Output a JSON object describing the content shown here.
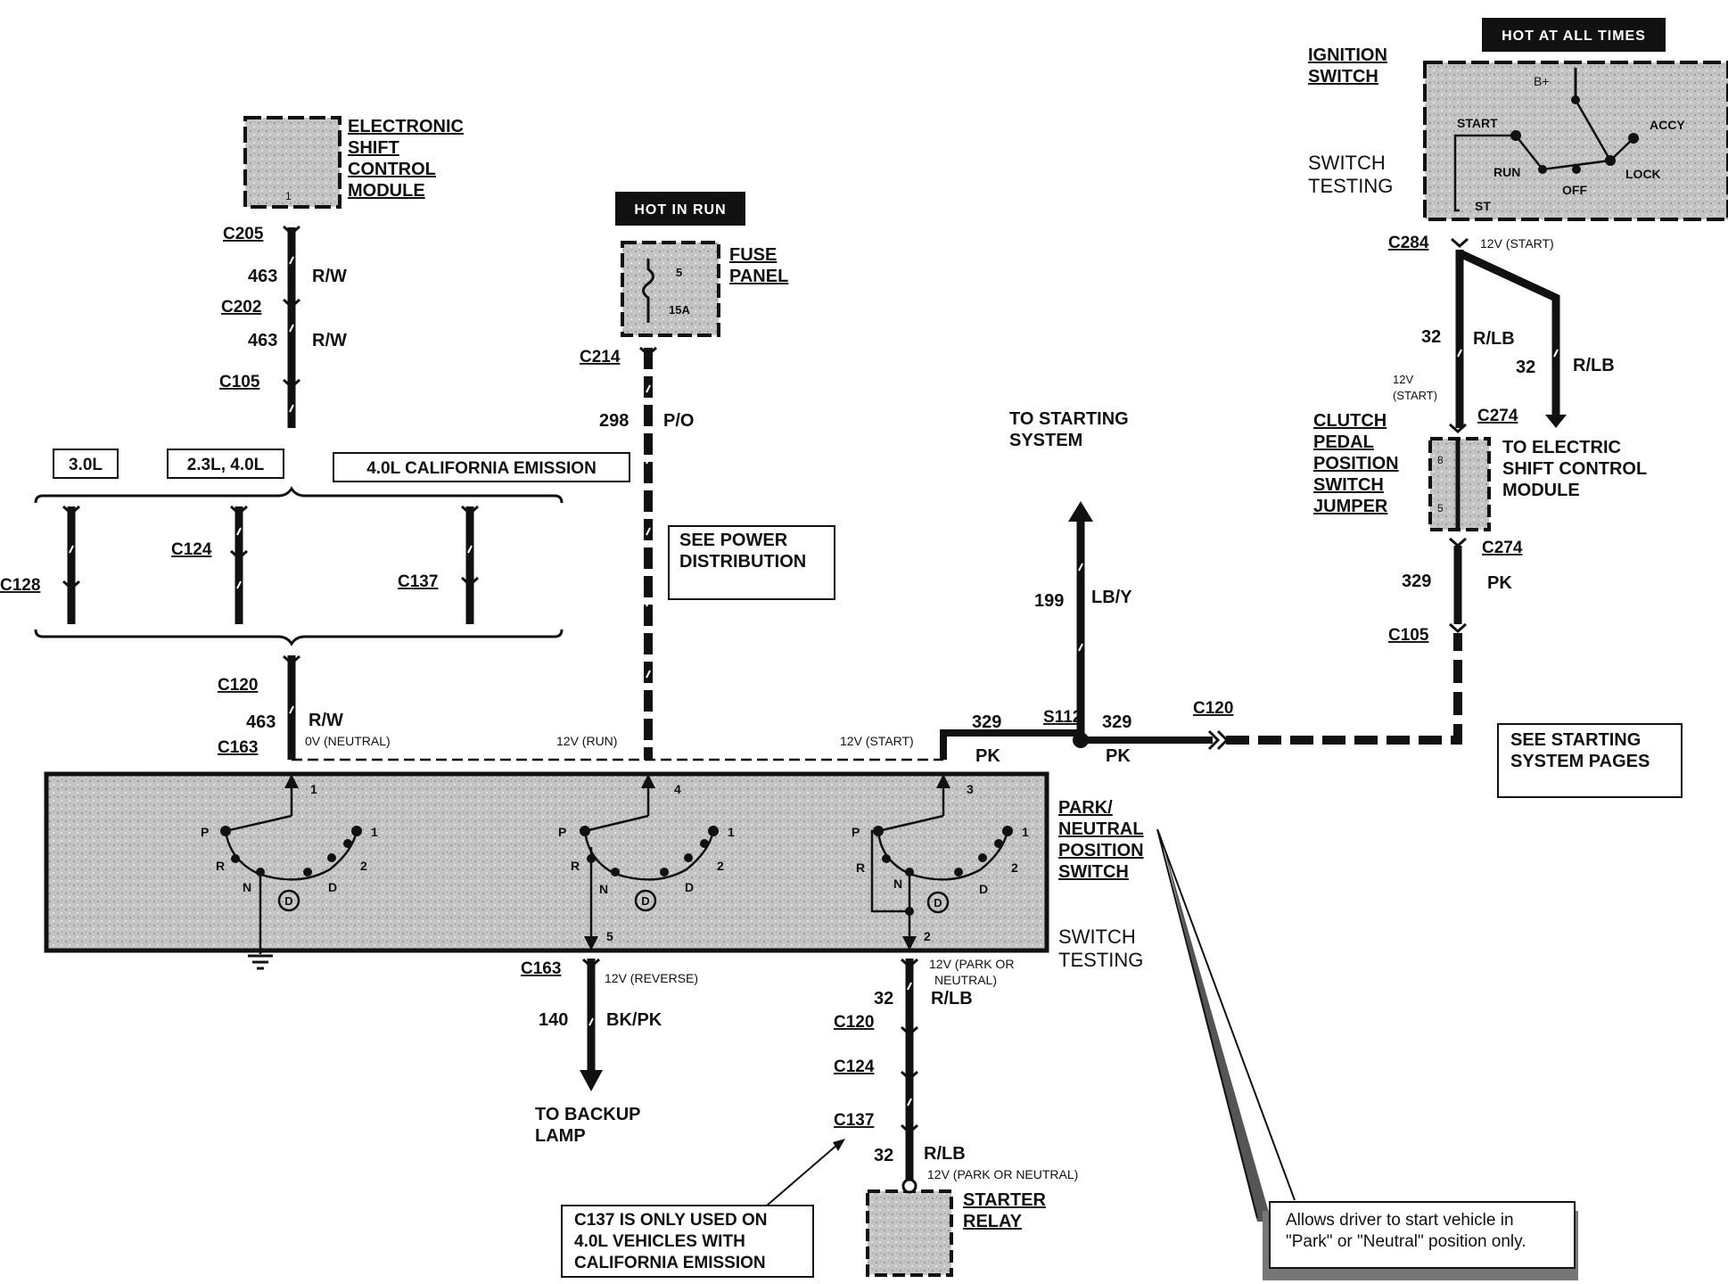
{
  "colors": {
    "ink": "#111111",
    "module_fill": "#c9c9c9",
    "switch_fill": "#bdbdbd",
    "paper": "#ffffff"
  },
  "components": {
    "escm": {
      "lines": [
        "ELECTRONIC",
        "SHIFT",
        "CONTROL",
        "MODULE"
      ],
      "pin": "1"
    },
    "hot_in_run": "HOT IN RUN",
    "fuse_panel": {
      "lines": [
        "FUSE",
        "PANEL"
      ],
      "fuse_number": "5",
      "fuse_rating": "15A"
    },
    "hot_at_all_times": "HOT AT ALL TIMES",
    "ignition_switch": {
      "lines": [
        "IGNITION",
        "SWITCH"
      ],
      "testing": [
        "SWITCH",
        "TESTING"
      ],
      "positions": {
        "bplus": "B+",
        "start": "START",
        "accy": "ACCY",
        "run": "RUN",
        "off": "OFF",
        "lock": "LOCK",
        "st": "ST"
      }
    },
    "clutch_jumper": {
      "lines": [
        "CLUTCH",
        "PEDAL",
        "POSITION",
        "SWITCH",
        "JUMPER"
      ],
      "pins": [
        "8",
        "5"
      ]
    },
    "to_escm": [
      "TO ELECTRIC",
      "SHIFT CONTROL",
      "MODULE"
    ],
    "to_starting_system": [
      "TO STARTING",
      "SYSTEM"
    ],
    "see_power_distribution": [
      "SEE POWER",
      "DISTRIBUTION"
    ],
    "see_starting_pages": [
      "SEE STARTING",
      "SYSTEM PAGES"
    ],
    "engines": {
      "e30": "3.0L",
      "e23_40": "2.3L, 4.0L",
      "e40ca": "4.0L CALIFORNIA EMISSION"
    },
    "pnp_switch": {
      "lines": [
        "PARK/",
        "NEUTRAL",
        "POSITION",
        "SWITCH"
      ],
      "testing": [
        "SWITCH",
        "TESTING"
      ],
      "pins": {
        "p1": "1",
        "p4": "4",
        "p3": "3",
        "p5": "5",
        "p2": "2"
      },
      "gears": {
        "P": "P",
        "R": "R",
        "N": "N",
        "D": "D",
        "one": "1",
        "two": "2",
        "od": "D"
      }
    },
    "backup_lamp": [
      "TO BACKUP",
      "LAMP"
    ],
    "starter_relay": [
      "STARTER",
      "RELAY"
    ],
    "c137_note": [
      "C137 IS ONLY USED ON",
      "4.0L VEHICLES WITH",
      "CALIFORNIA EMISSION"
    ],
    "allows_note": [
      "Allows driver to start vehicle in",
      "\"Park\" or \"Neutral\" position only."
    ]
  },
  "connectors": {
    "c205": "C205",
    "c202": "C202",
    "c105a": "C105",
    "c214": "C214",
    "c128": "C128",
    "c124": "C124",
    "c137a": "C137",
    "c120a": "C120",
    "c163a": "C163",
    "s112": "S112",
    "c120b": "C120",
    "c284": "C284",
    "c274a": "C274",
    "c274b": "C274",
    "c105b": "C105",
    "c163b": "C163",
    "c120c": "C120",
    "c124b": "C124",
    "c137b": "C137"
  },
  "wires": {
    "w463a": {
      "num": "463",
      "color": "R/W"
    },
    "w463b": {
      "num": "463",
      "color": "R/W"
    },
    "w298": {
      "num": "298",
      "color": "P/O"
    },
    "w463c": {
      "num": "463",
      "color": "R/W",
      "voltage": "0V (NEUTRAL)"
    },
    "run_v": "12V (RUN)",
    "start_v": "12V (START)",
    "w329a": {
      "num": "329",
      "color": "PK"
    },
    "w329b": {
      "num": "329",
      "color": "PK"
    },
    "w199": {
      "num": "199",
      "color": "LB/Y"
    },
    "w32a": {
      "num": "32",
      "color": "R/LB"
    },
    "w32b": {
      "num": "32",
      "color": "R/LB"
    },
    "c284_v": "12V (START)",
    "v12start_lines": [
      "12V",
      "(START)"
    ],
    "w329c": {
      "num": "329",
      "color": "PK"
    },
    "w140": {
      "num": "140",
      "color": "BK/PK",
      "voltage": "12V (REVERSE)"
    },
    "w32c": {
      "num": "32",
      "color": "R/LB",
      "voltage": [
        "12V (PARK OR",
        "NEUTRAL)"
      ]
    },
    "w32d": {
      "num": "32",
      "color": "R/LB",
      "voltage": "12V (PARK OR NEUTRAL)"
    }
  }
}
